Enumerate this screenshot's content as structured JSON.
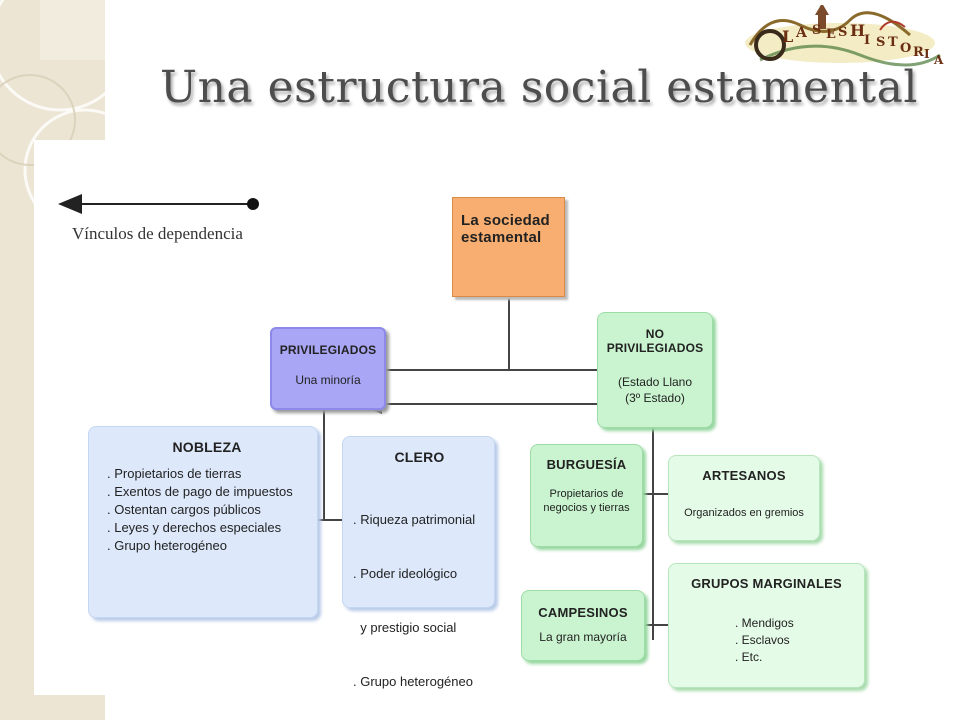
{
  "slide": {
    "title": "Una estructura social estamental"
  },
  "logo": {
    "letters": [
      "L",
      "A",
      "S",
      "E",
      "S",
      "H",
      "I",
      "S",
      "T",
      "O",
      "R",
      "I",
      "A"
    ]
  },
  "legend": {
    "label": "Vínculos de dependencia"
  },
  "nodes": {
    "society": {
      "title_line1": "La sociedad",
      "title_line2": "estamental"
    },
    "privileged": {
      "title": "PRIVILEGIADOS",
      "subtitle": "Una minoría"
    },
    "non_privileged": {
      "title_line1": "NO",
      "title_line2": "PRIVILEGIADOS",
      "subtitle_line1": "(Estado Llano",
      "subtitle_line2": "(3º Estado)"
    },
    "nobility": {
      "title": "NOBLEZA",
      "items": [
        ". Propietarios de tierras",
        ". Exentos de pago de impuestos",
        ". Ostentan cargos públicos",
        ". Leyes y derechos especiales",
        ". Grupo heterogéneo"
      ]
    },
    "clergy": {
      "title": "CLERO",
      "items": [
        ". Riqueza patrimonial",
        ". Poder ideológico",
        "  y prestigio social",
        ". Grupo heterogéneo"
      ]
    },
    "bourgeoisie": {
      "title": "BURGUESÍA",
      "subtitle_line1": "Propietarios de",
      "subtitle_line2": "negocios y tierras"
    },
    "artisans": {
      "title": "ARTESANOS",
      "subtitle": "Organizados en gremios"
    },
    "peasants": {
      "title": "CAMPESINOS",
      "subtitle": "La gran mayoría"
    },
    "marginal": {
      "title": "GRUPOS MARGINALES",
      "items": [
        ". Mendigos",
        ". Esclavos",
        ". Etc."
      ]
    }
  },
  "colors": {
    "society": "#f8ae70",
    "privileged": "#a9a6f5",
    "privileged_estates": "#dde9fb",
    "non_privileged": "#c9f4cf",
    "non_privileged_groups": "#e4fbe7",
    "connector": "#444444"
  }
}
